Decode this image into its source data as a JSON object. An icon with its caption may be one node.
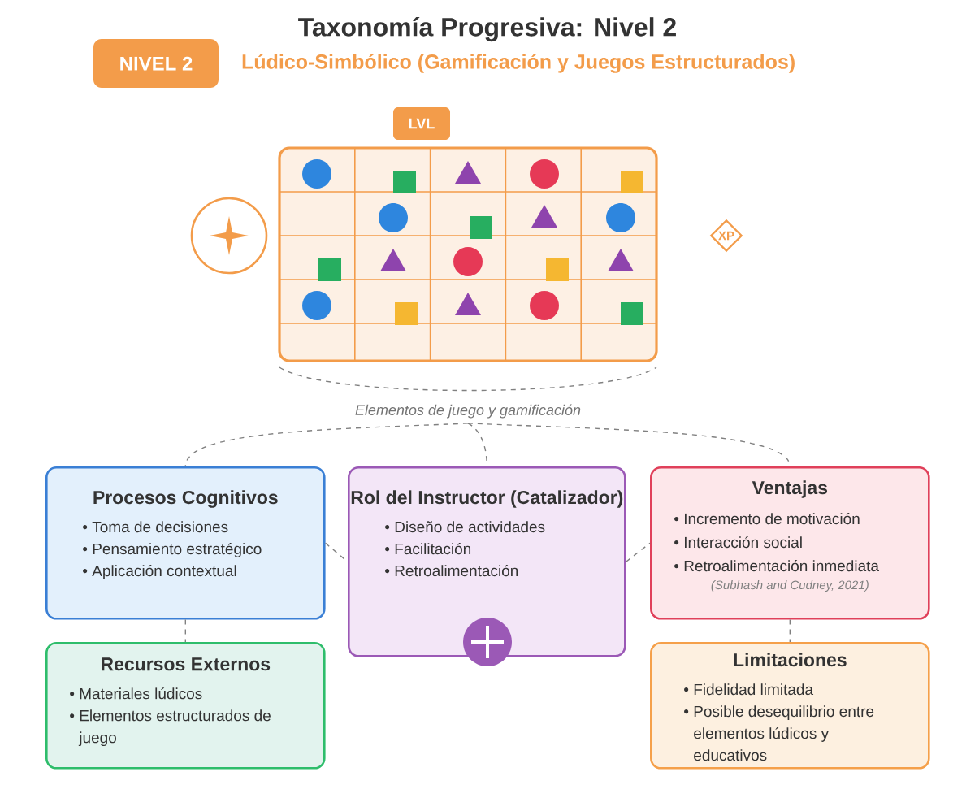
{
  "diagram": {
    "title": "Taxonomía Progresiva: Nivel 2",
    "nodes": [
      {
        "text": [
          "NIVEL 2"
        ]
      },
      {
        "text": [
          "LVL"
        ]
      },
      {
        "text": [
          "XP"
        ]
      },
      {
        "text": [
          "Elementos de juego y gamificación"
        ]
      },
      {
        "text": [
          "Procesos Cognitivos",
          "• Toma de decisiones",
          "• Pensamiento estratégico",
          "• Aplicación contextual"
        ]
      },
      {
        "text": [
          "Rol del Instructor (Catalizador)",
          "• Diseño de actividades",
          "• Facilitación",
          "• Retroalimentación"
        ]
      },
      {
        "text": [
          "Ventajas",
          "• Incremento de motivación",
          "• Interacción social",
          "• Retroalimentación inmediata",
          "(Subhash and Cudney, 2021)"
        ]
      },
      {
        "text": [
          "Recursos Externos",
          "• Materiales lúdicos",
          "• Elementos estructurados de juego"
        ]
      },
      {
        "text": [
          "Limitaciones",
          "• Fidelidad limitada",
          "• Posible desequilibrio entre elementos lúdicos y educativos"
        ]
      }
    ],
    "edges": [
      {
        "from": 3,
        "to": 4,
        "arrow": "none",
        "style": "dashed"
      },
      {
        "from": 3,
        "to": 5,
        "arrow": "none",
        "style": "dashed"
      },
      {
        "from": 3,
        "to": 6,
        "arrow": "none",
        "style": "dashed"
      },
      {
        "from": 4,
        "to": 5,
        "arrow": "none",
        "style": "dashed"
      },
      {
        "from": 5,
        "to": 6,
        "arrow": "none",
        "style": "dashed"
      },
      {
        "from": 4,
        "to": 7,
        "arrow": "none",
        "style": "dashed"
      },
      {
        "from": 6,
        "to": 8,
        "arrow": "none",
        "style": "dashed"
      }
    ],
    "labels": [
      "Lúdico-Simbólico (Gamificación y Juegos Estructurados)"
    ]
  }
}
